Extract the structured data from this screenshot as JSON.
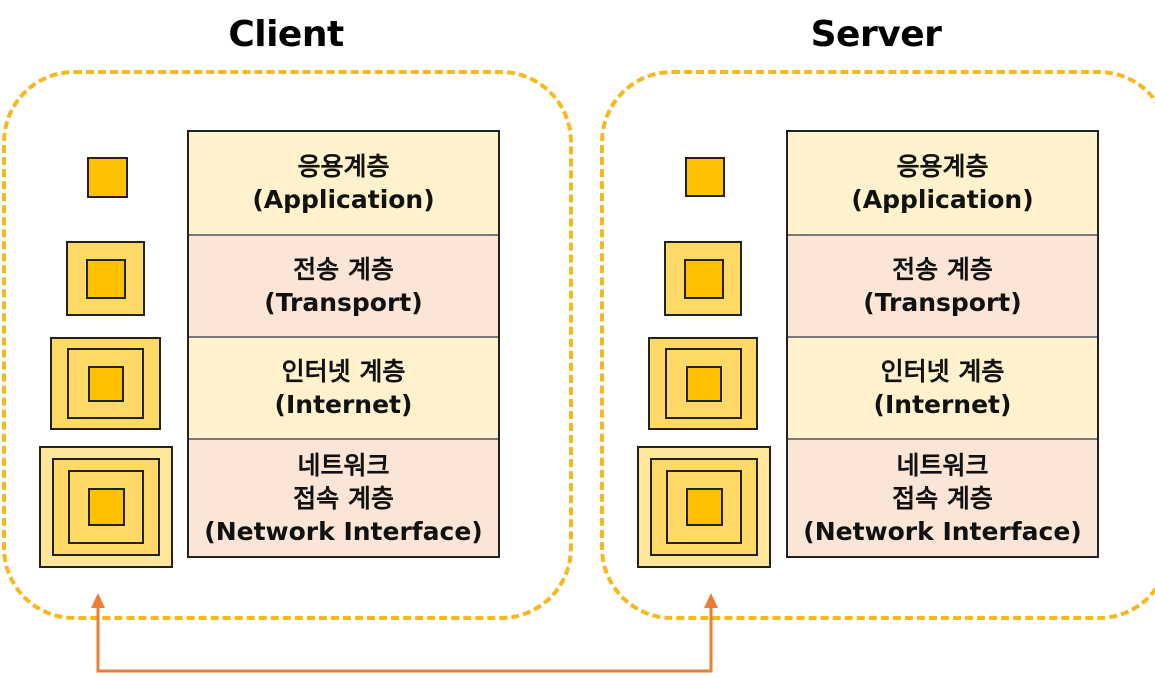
{
  "hosts": {
    "client": {
      "title": "Client"
    },
    "server": {
      "title": "Server"
    }
  },
  "layers": [
    {
      "name": "응용계층",
      "english": "(Application)"
    },
    {
      "name": "전송 계층",
      "english": "(Transport)"
    },
    {
      "name": "인터넷 계층",
      "english": "(Internet)"
    },
    {
      "name": "네트워크",
      "name2": "접속 계층",
      "english": "(Network Interface)"
    }
  ],
  "colors": {
    "host_border": "#f5b81f",
    "layer_odd": "#fff2cc",
    "layer_even": "#fbe5d6",
    "packet_core": "#ffc000",
    "packet_wrap": "#ffd966",
    "packet_outer": "#ffe699",
    "connector": "#ed7d31"
  }
}
